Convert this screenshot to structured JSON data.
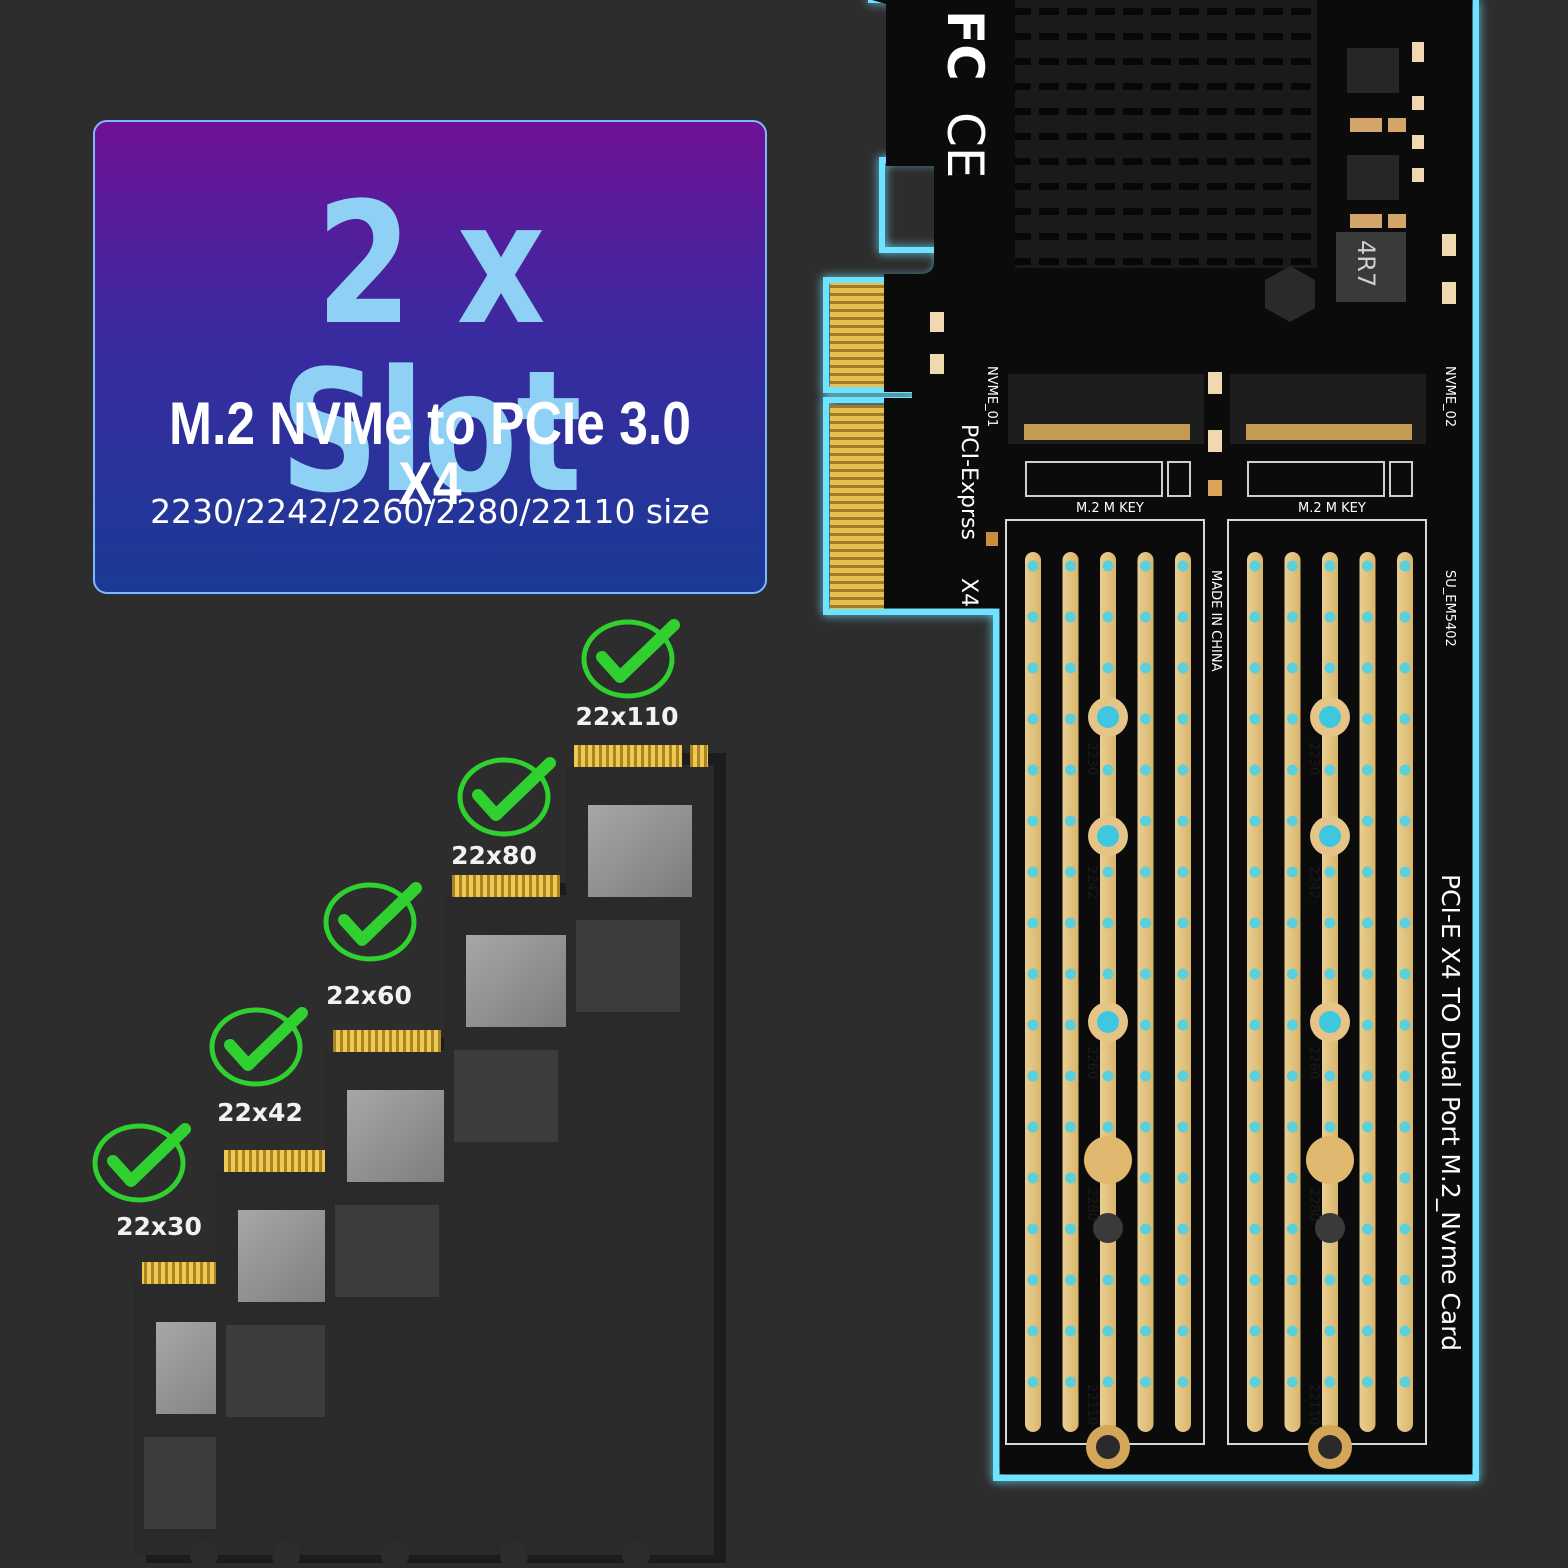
{
  "hero": {
    "title": "2 x Slot",
    "subtitle": "M.2 NVMe to PCIe 3.0 X4",
    "sizes": "2230/2242/2260/2280/22110 size"
  },
  "drives": [
    {
      "label": "22x30"
    },
    {
      "label": "22x42"
    },
    {
      "label": "22x60"
    },
    {
      "label": "22x80"
    },
    {
      "label": "22x110"
    }
  ],
  "card": {
    "fcc_mark": "FC",
    "ce_mark": "CE",
    "slot1_label": "NVME_01",
    "slot2_label": "NVME_02",
    "bus_label": "PCI-Exprss",
    "lane_label": "X4",
    "origin": "MADE IN CHINA",
    "model": "SU_EM5402",
    "key_label": "M.2 M KEY",
    "inductor": "4R7",
    "product_name": "PCI-E X4 TO Dual Port M.2_Nvme Card",
    "lengths": [
      "2230",
      "2242",
      "2260",
      "2280",
      "22110"
    ]
  },
  "colors": {
    "background": "#2d2d2d",
    "glow": "#6ee3ff",
    "check": "#2fd02f",
    "gold": "#e0b25a",
    "pad": "#5ccfdc"
  }
}
